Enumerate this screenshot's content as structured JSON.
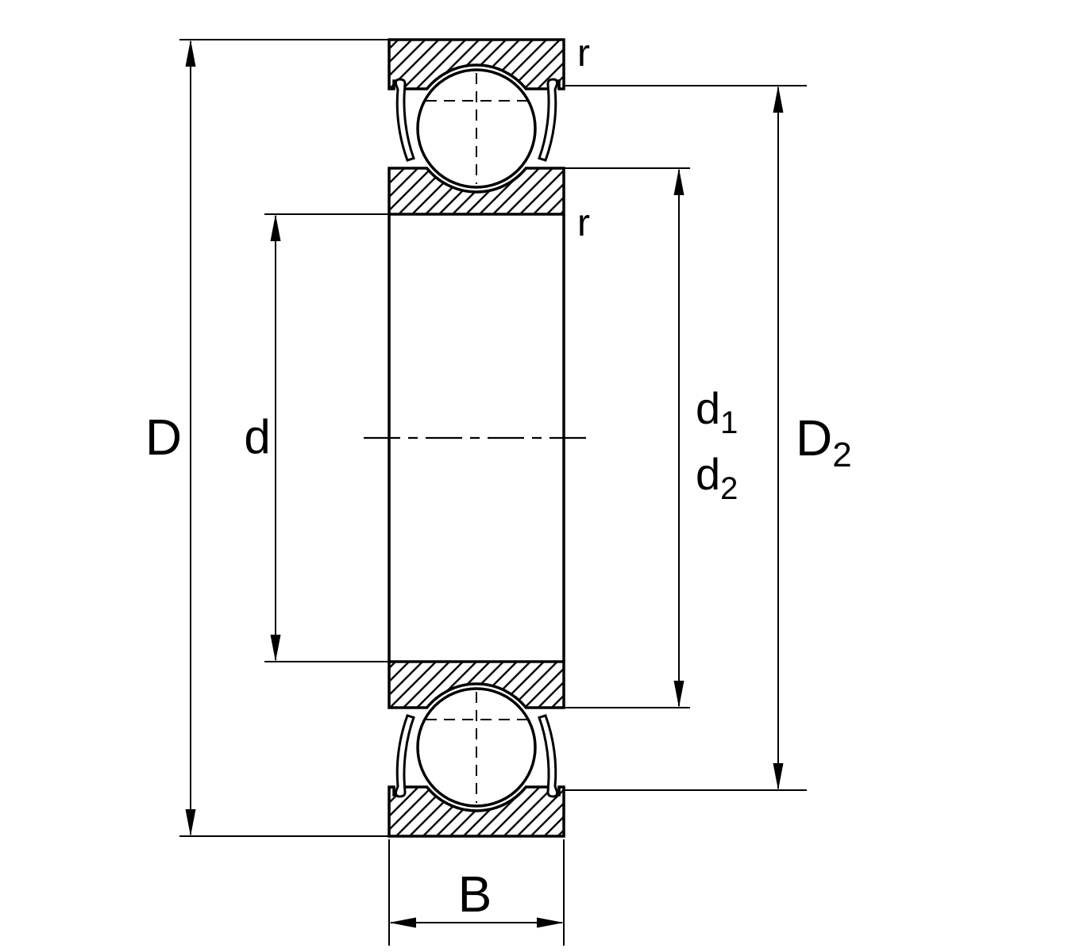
{
  "page": {
    "background": "#ffffff",
    "line_color": "#000000"
  },
  "diagram": {
    "type": "technical-drawing",
    "subject": "sealed deep groove ball bearing cross-section",
    "labels": {
      "D": {
        "main": "D",
        "sub": ""
      },
      "d": {
        "main": "d",
        "sub": ""
      },
      "d1": {
        "main": "d",
        "sub": "1"
      },
      "d2": {
        "main": "d",
        "sub": "2"
      },
      "D2": {
        "main": "D",
        "sub": "2"
      },
      "B": {
        "main": "B",
        "sub": ""
      },
      "r_outer": "r",
      "r_inner": "r"
    }
  }
}
